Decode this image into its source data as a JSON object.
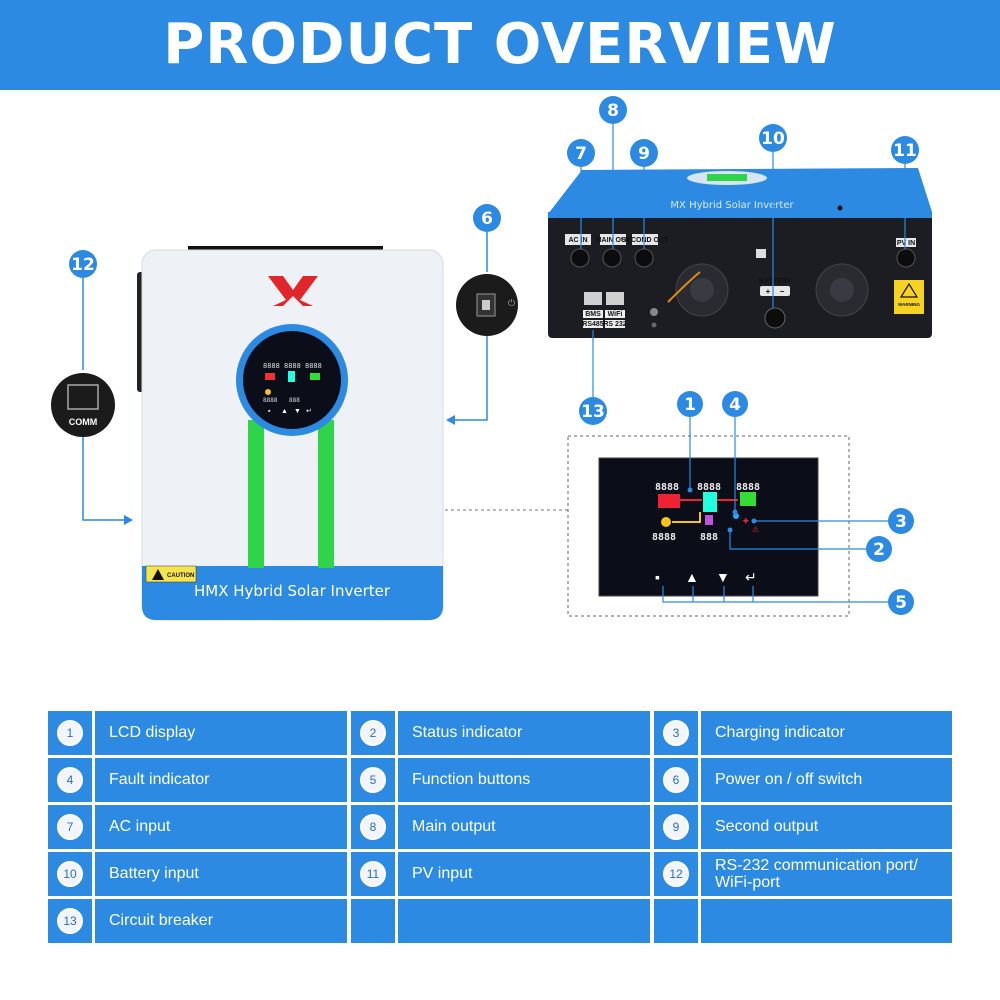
{
  "banner": {
    "title": "PRODUCT OVERVIEW"
  },
  "inverter": {
    "front_label": "HMX Hybrid Solar Inverter",
    "caution_label": "CAUTION",
    "comm_label": "COMM",
    "top_label": "MX Hybrid Solar Inverter"
  },
  "ports": {
    "ac_in": "AC IN",
    "main_out": "MAIN OUT",
    "second_out": "SECOND OUT",
    "pv_in": "PV IN",
    "battery": "BATTERY",
    "bms": "BMS",
    "wifi": "WiFi",
    "rs485": "RS485",
    "rs232": "RS 232",
    "warning": "WARNING"
  },
  "callouts": [
    "1",
    "2",
    "3",
    "4",
    "5",
    "6",
    "7",
    "8",
    "9",
    "10",
    "11",
    "12",
    "13"
  ],
  "table": {
    "rows": [
      [
        {
          "num": "1",
          "text": "LCD display"
        },
        {
          "num": "2",
          "text": "Status indicator"
        },
        {
          "num": "3",
          "text": "Charging indicator"
        }
      ],
      [
        {
          "num": "4",
          "text": "Fault indicator"
        },
        {
          "num": "5",
          "text": "Function buttons"
        },
        {
          "num": "6",
          "text": "Power on / off switch"
        }
      ],
      [
        {
          "num": "7",
          "text": "AC input"
        },
        {
          "num": "8",
          "text": "Main output"
        },
        {
          "num": "9",
          "text": "Second output"
        }
      ],
      [
        {
          "num": "10",
          "text": "Battery input"
        },
        {
          "num": "11",
          "text": "PV input"
        },
        {
          "num": "12",
          "text": "RS-232 communication port/ WiFi-port"
        }
      ],
      [
        {
          "num": "13",
          "text": " Circuit breaker"
        },
        {
          "num": "",
          "text": ""
        },
        {
          "num": "",
          "text": ""
        }
      ]
    ]
  },
  "colors": {
    "brand_blue": "#2c8ae2",
    "green": "#2fd44a",
    "lcd_dark": "#0b0d18",
    "logo_red": "#e0262b"
  }
}
